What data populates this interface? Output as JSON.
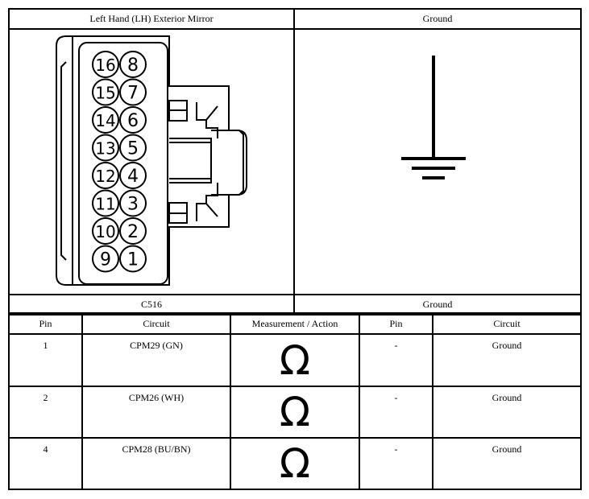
{
  "header": {
    "left_title": "Left Hand (LH) Exterior Mirror",
    "right_title": "Ground"
  },
  "connector": {
    "id": "C516",
    "pins_left_column": [
      "16",
      "15",
      "14",
      "13",
      "12",
      "11",
      "10",
      "9"
    ],
    "pins_right_column": [
      "8",
      "7",
      "6",
      "5",
      "4",
      "3",
      "2",
      "1"
    ]
  },
  "ground_footer": "Ground",
  "ground_symbol": "ground-icon",
  "table": {
    "columns": [
      "Pin",
      "Circuit",
      "Measurement / Action",
      "Pin",
      "Circuit"
    ],
    "rows": [
      {
        "pin": "1",
        "circuit": "CPM29 (GN)",
        "measurement": "Ω",
        "pin2": "-",
        "circuit2": "Ground"
      },
      {
        "pin": "2",
        "circuit": "CPM26 (WH)",
        "measurement": "Ω",
        "pin2": "-",
        "circuit2": "Ground"
      },
      {
        "pin": "4",
        "circuit": "CPM28 (BU/BN)",
        "measurement": "Ω",
        "pin2": "-",
        "circuit2": "Ground"
      }
    ]
  }
}
